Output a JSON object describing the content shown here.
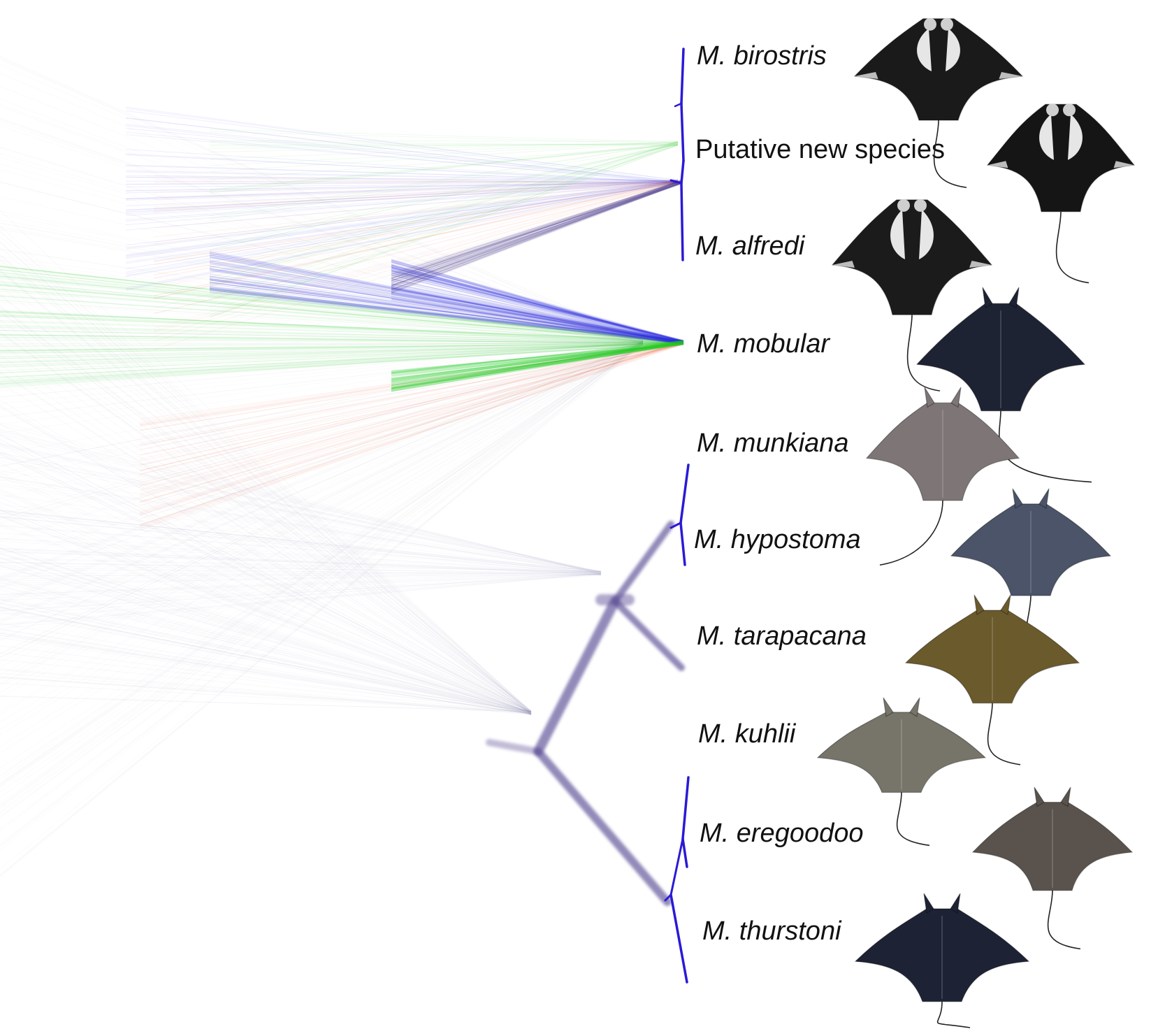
{
  "figure": {
    "taxa": [
      {
        "id": "birostris",
        "label": "M. birostris",
        "italic": true,
        "ray_color": "#1a1a1a",
        "ray_type": "manta"
      },
      {
        "id": "new",
        "label": "Putative new species",
        "italic": false,
        "ray_color": "#151515",
        "ray_type": "manta"
      },
      {
        "id": "alfredi",
        "label": "M. alfredi",
        "italic": true,
        "ray_color": "#1b1b1b",
        "ray_type": "manta"
      },
      {
        "id": "mobular",
        "label": "M. mobular",
        "italic": true,
        "ray_color": "#1e2333",
        "ray_type": "devil"
      },
      {
        "id": "munkiana",
        "label": "M. munkiana",
        "italic": true,
        "ray_color": "#7e7676",
        "ray_type": "devil"
      },
      {
        "id": "hypostoma",
        "label": "M. hypostoma",
        "italic": true,
        "ray_color": "#4b5468",
        "ray_type": "devil"
      },
      {
        "id": "tarapacana",
        "label": "M. tarapacana",
        "italic": true,
        "ray_color": "#6a5a2c",
        "ray_type": "devil"
      },
      {
        "id": "kuhlii",
        "label": "M. kuhlii",
        "italic": true,
        "ray_color": "#77746a",
        "ray_type": "devil"
      },
      {
        "id": "eregoodoo",
        "label": "M. eregoodoo",
        "italic": true,
        "ray_color": "#5a534d",
        "ray_type": "devil"
      },
      {
        "id": "thurstoni",
        "label": "M. thurstoni",
        "italic": true,
        "ray_color": "#1d2235",
        "ray_type": "devil"
      }
    ],
    "colors": {
      "tree_blue": "#2a1ad6",
      "purple": "#4a3a8a",
      "green": "#22cc22",
      "red": "#e04020",
      "blue": "#3030e0"
    }
  }
}
